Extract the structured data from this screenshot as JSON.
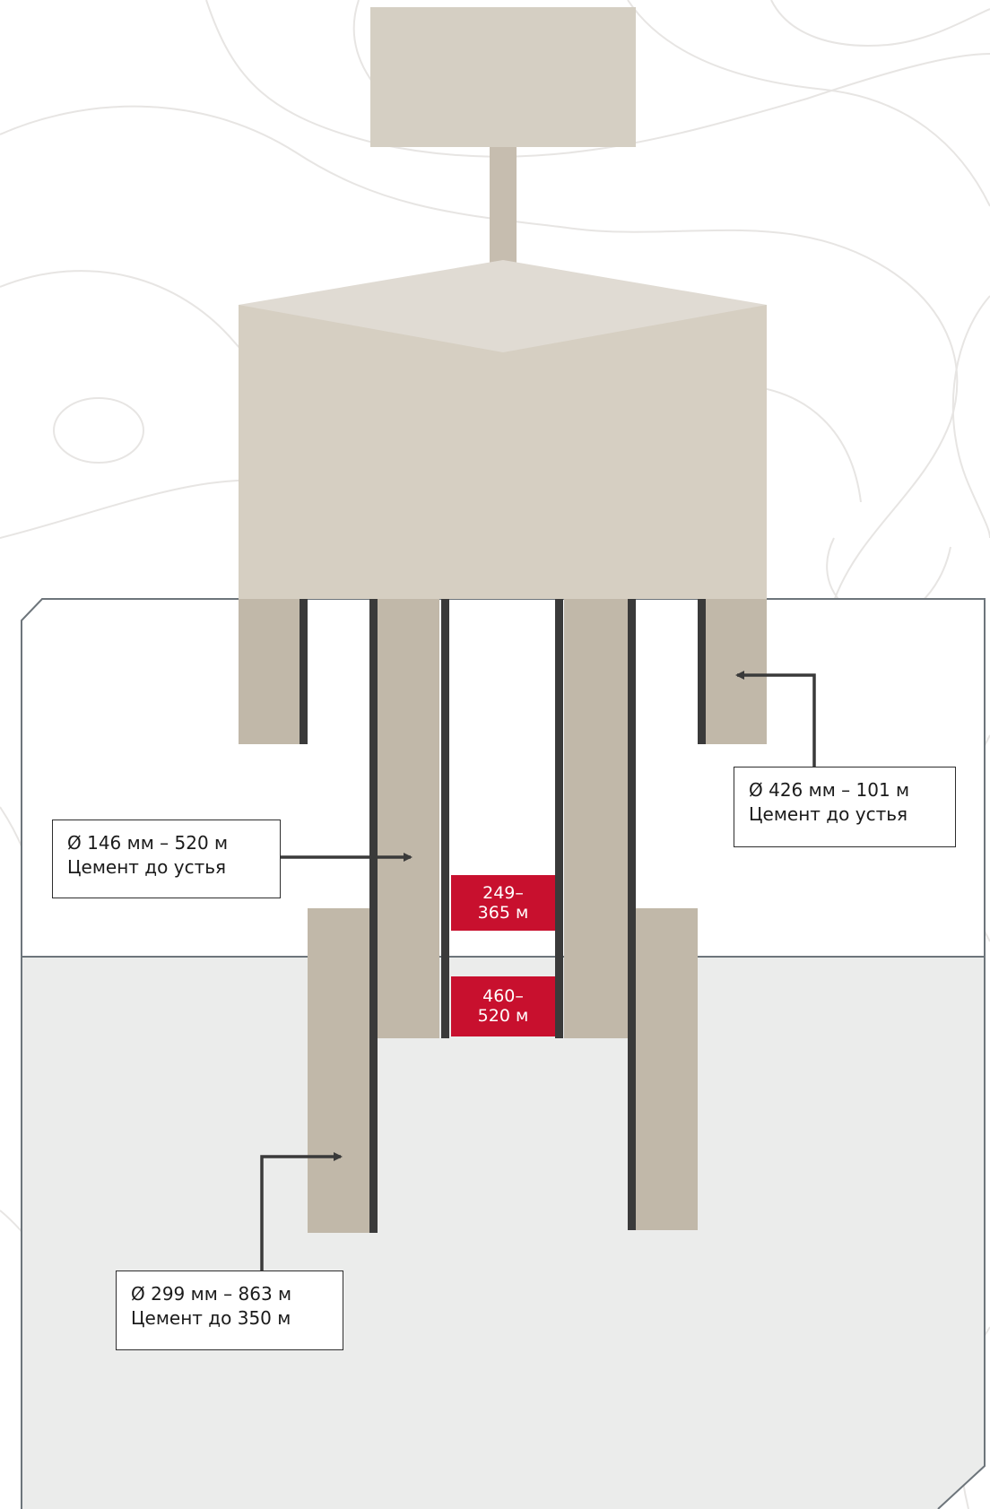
{
  "colors": {
    "background": "#ffffff",
    "contour_lines": "#e7e5e3",
    "ground_fill": "#ebeceb",
    "ground_border": "#6d757b",
    "wellhead_top": "#d5cfc3",
    "wellhead_stem": "#c6bdaf",
    "wellhead_block": "#d6cfc2",
    "wellhead_block_top": "#e0dbd3",
    "cement": "#c1b8a9",
    "casing_pipe": "#3a3a3a",
    "perforation": "#c8102e",
    "arrow": "#3a3a3a",
    "callout_border": "#2e2e2e"
  },
  "callouts": {
    "casing_426": {
      "line1": "Ø 426 мм – 101 м",
      "line2": "Цемент до устья"
    },
    "casing_146": {
      "line1": "Ø 146 мм – 520 м",
      "line2": "Цемент до устья"
    },
    "casing_299": {
      "line1": "Ø 299 мм – 863 м",
      "line2": "Цемент до 350 м"
    }
  },
  "perforations": {
    "upper": {
      "line1": "249–",
      "line2": "365 м"
    },
    "lower": {
      "line1": "460–",
      "line2": "520 м"
    }
  }
}
